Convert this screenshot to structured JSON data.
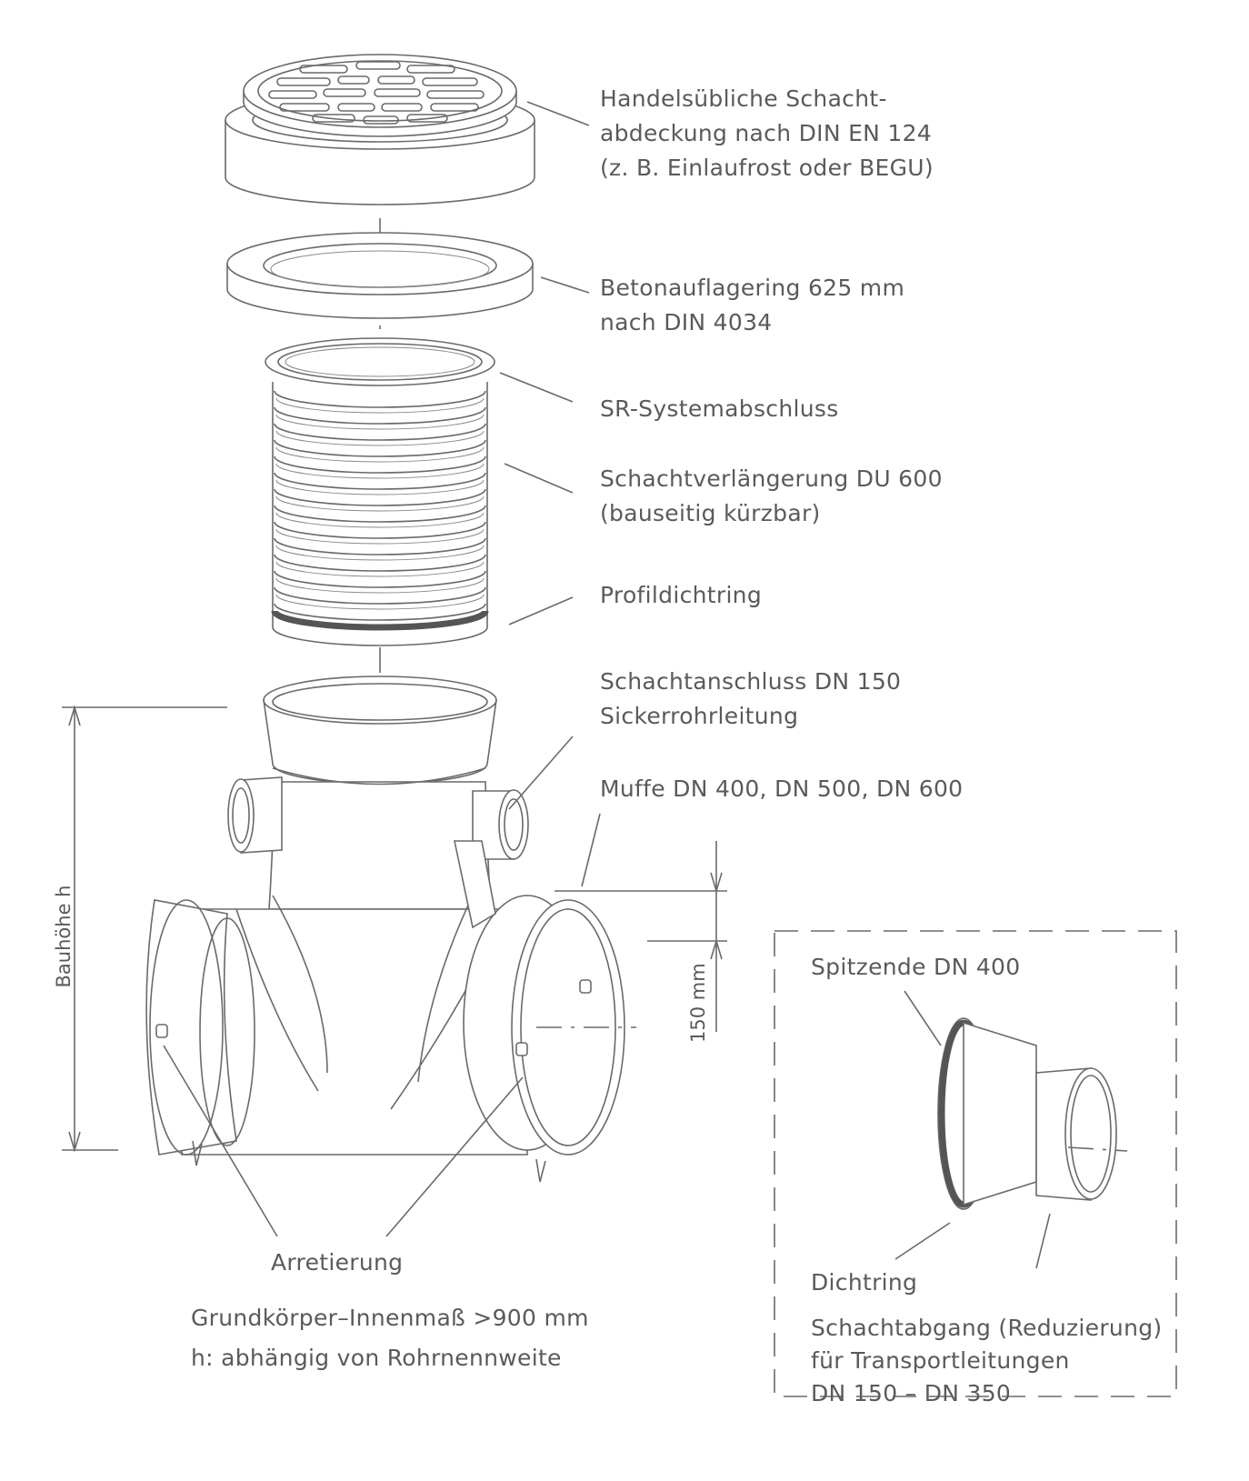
{
  "labels": {
    "cover": [
      "Handelsübliche Schacht-",
      "abdeckung nach DIN EN 124",
      "(z. B. Einlaufrost oder BEGU)"
    ],
    "ring": [
      "Betonauflagering 625 mm",
      "nach DIN 4034"
    ],
    "system_end": "SR-Systemabschluss",
    "extension": [
      "Schachtverlängerung DU 600",
      "(bauseitig kürzbar)"
    ],
    "profile_seal": "Profildichtring",
    "connection": [
      "Schachtanschluss DN 150",
      "Sickerrohrleitung"
    ],
    "socket": "Muffe DN 400, DN 500, DN 600",
    "build_height": "Bauhöhe h",
    "dim_150": "150 mm",
    "locking": "Arretierung",
    "base_info": [
      "Grundkörper–Innenmaß >900 mm",
      "h: abhängig von Rohrnennweite"
    ]
  },
  "inset": {
    "spigot": "Spitzende DN 400",
    "seal": "Dichtring",
    "reducer": [
      "Schachtabgang (Reduzierung)",
      "für Transportleitungen",
      "DN 150 – DN 350"
    ]
  }
}
